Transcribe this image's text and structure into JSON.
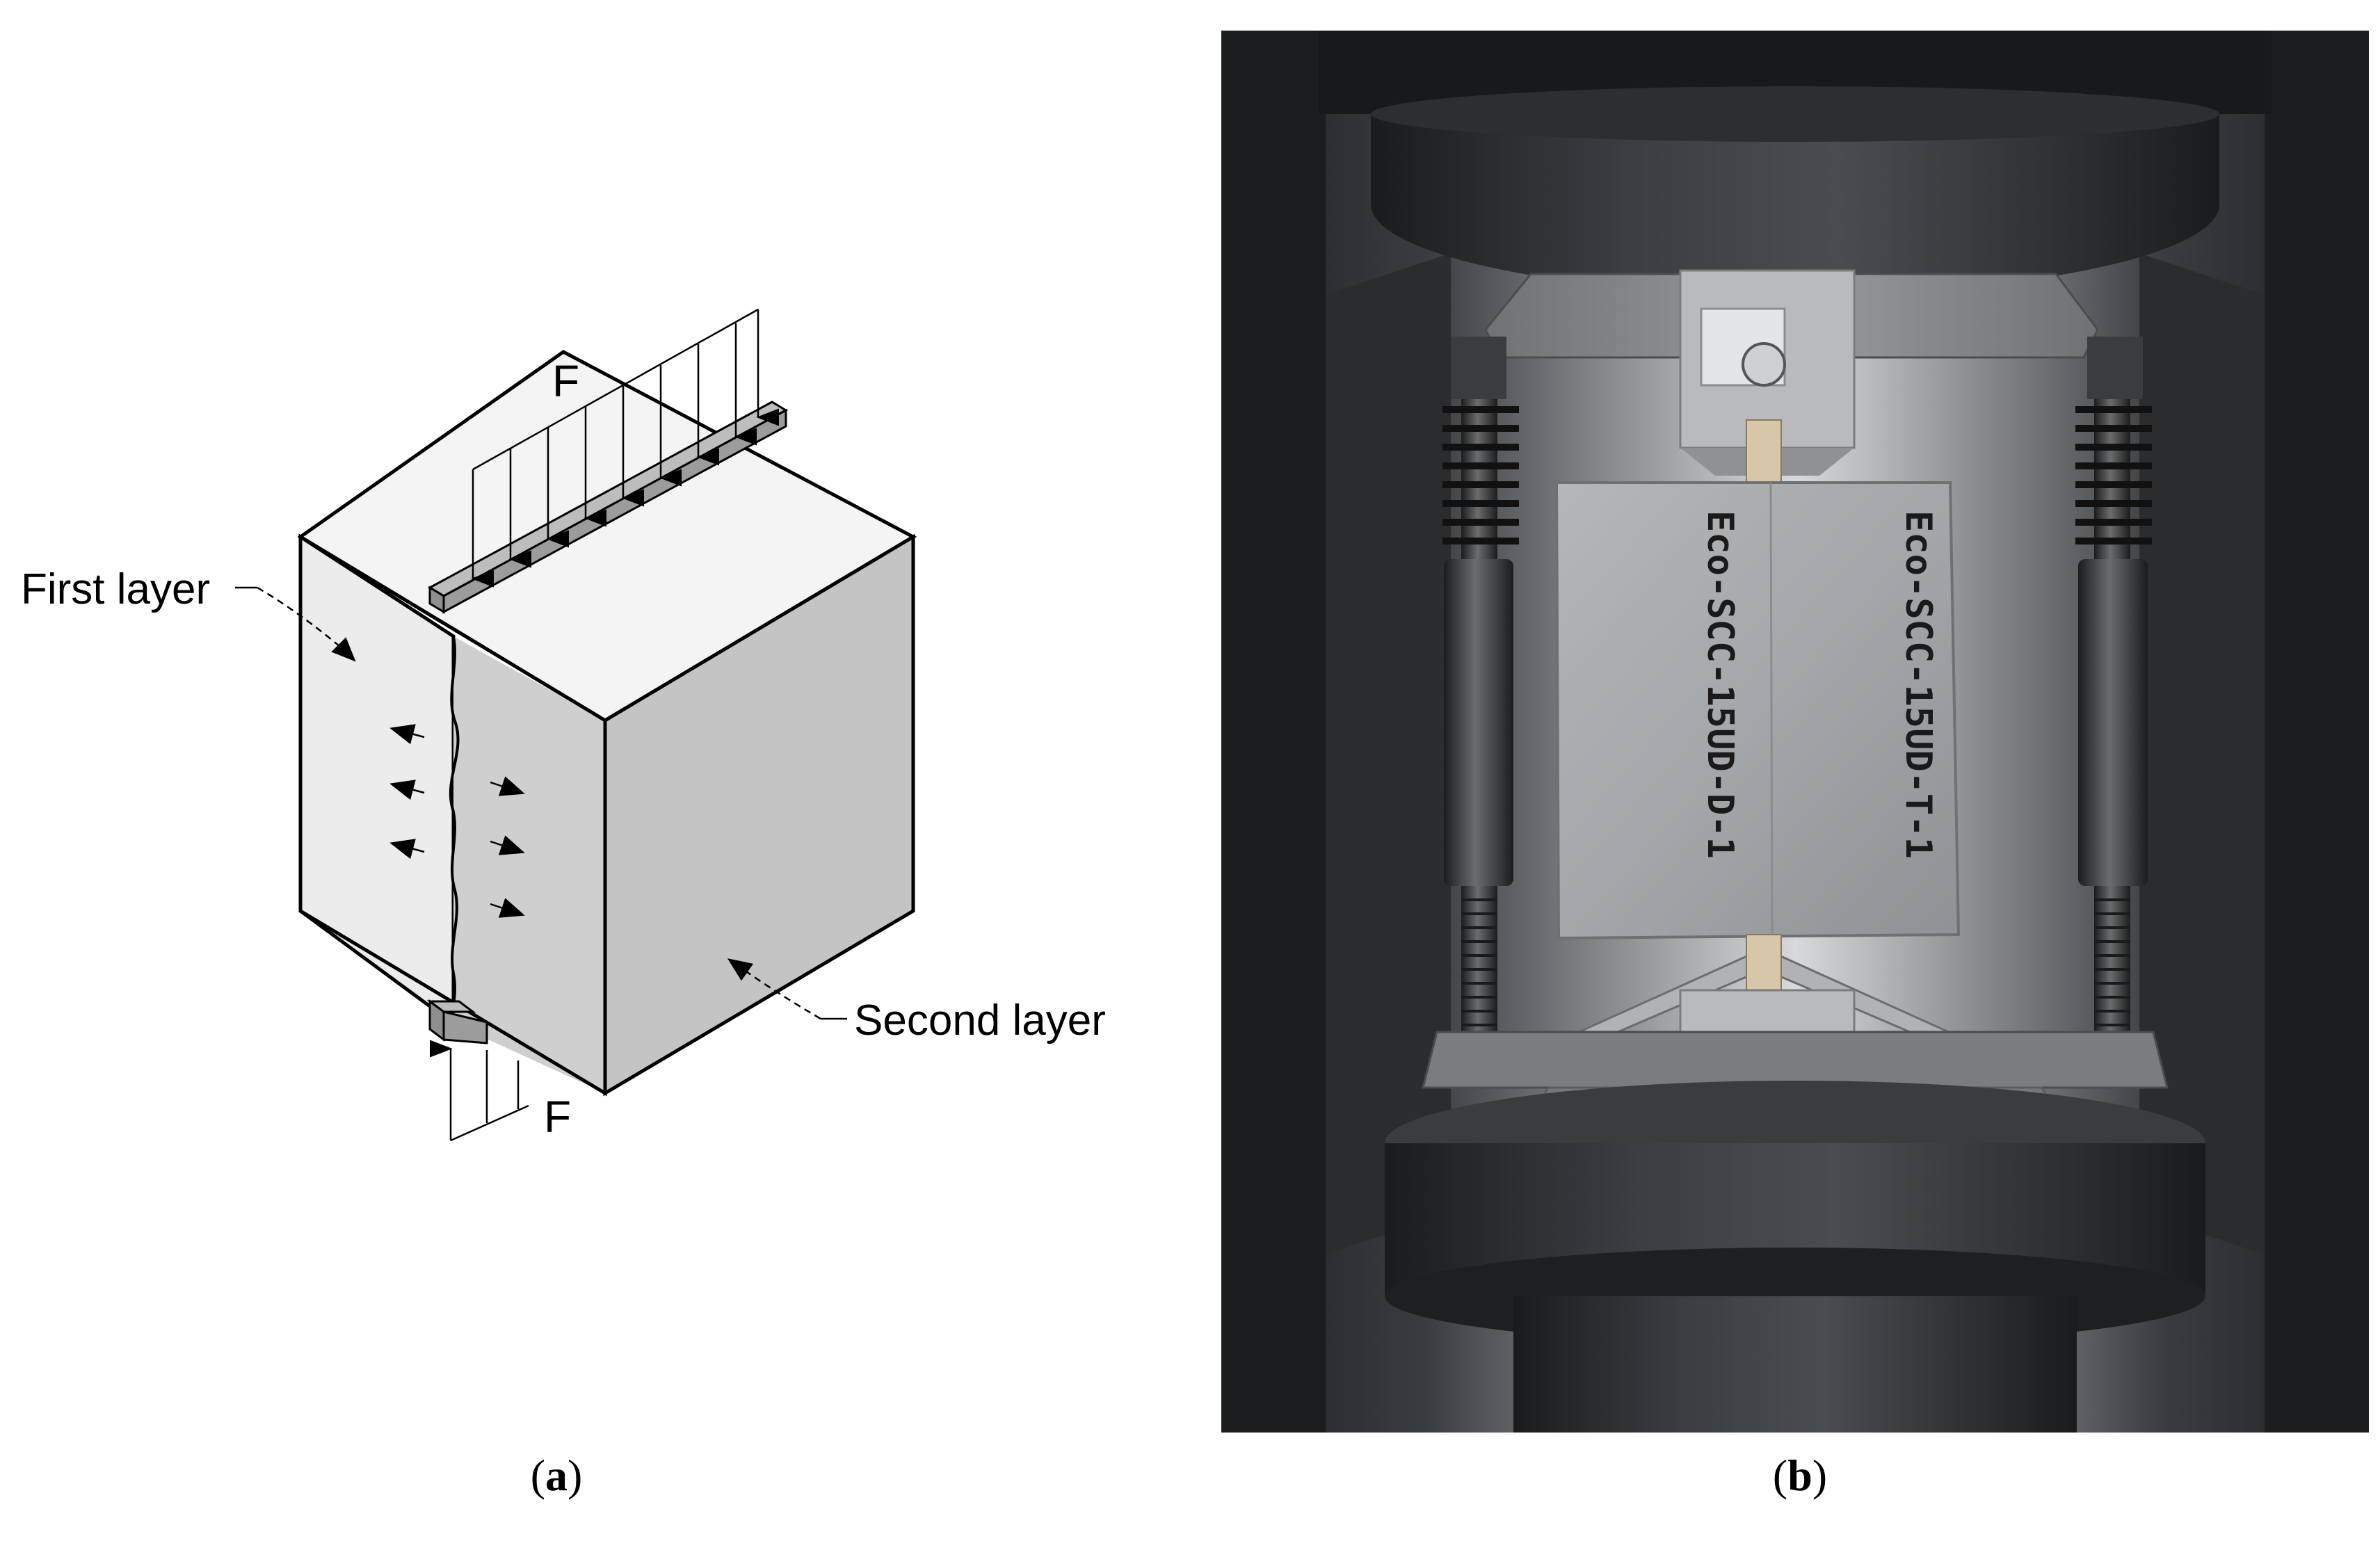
{
  "panel_a": {
    "force_label_top": "F",
    "force_label_bottom": "F",
    "first_layer_label": "First layer",
    "second_layer_label": "Second layer",
    "caption_letter": "a"
  },
  "panel_b": {
    "specimen_label_left": "Eco-SCC-15UD-D-1",
    "specimen_label_right": "Eco-SCC-15UD-T-1",
    "caption_letter": "b"
  },
  "colors": {
    "front_face": "#e8e8e8",
    "side_face": "#c9c9c9",
    "top_face": "#f2f2f2",
    "steel": "#2b2d2f",
    "concrete": "#a9acae"
  }
}
